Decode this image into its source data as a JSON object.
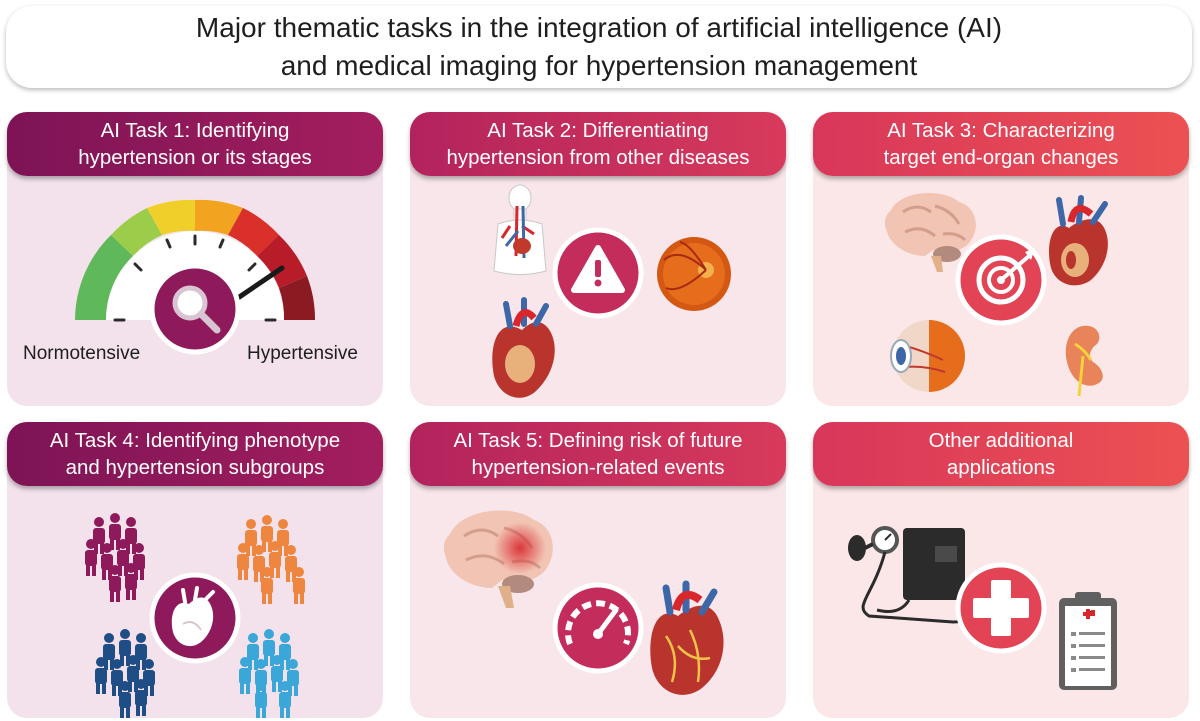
{
  "title": {
    "line1": "Major thematic tasks in the integration of artificial intelligence (AI)",
    "line2": "and medical imaging for hypertension management"
  },
  "panels": [
    {
      "line1": "AI Task 1: Identifying",
      "line2": "hypertension or its stages",
      "labels": {
        "left": "Normotensive",
        "right": "Hypertensive"
      }
    },
    {
      "line1": "AI Task 2: Differentiating",
      "line2": "hypertension from other diseases"
    },
    {
      "line1": "AI Task 3: Characterizing",
      "line2": "target end-organ changes"
    },
    {
      "line1": "AI Task 4: Identifying phenotype",
      "line2": "and hypertension subgroups"
    },
    {
      "line1": "AI Task 5: Defining risk of future",
      "line2": "hypertension-related events"
    },
    {
      "line1": "Other additional",
      "line2": "applications"
    }
  ],
  "colors": {
    "task1": "#8e1a5b",
    "task2": "#c42c5c",
    "task3": "#e24456",
    "gauge": [
      "#5fb85a",
      "#9ccd4a",
      "#f0cf2a",
      "#f2a320",
      "#d9302a",
      "#b71c28",
      "#8c1a22"
    ],
    "groups": [
      "#8e1a5b",
      "#ee8640",
      "#1f4e86",
      "#3aa7d8"
    ]
  },
  "icons": [
    "magnifier-icon",
    "warning-icon",
    "target-icon",
    "heart-icon",
    "speedometer-icon",
    "plus-icon",
    "brain-icon",
    "eye-icon",
    "kidney-icon",
    "retina-icon",
    "vessels-icon",
    "blood-pressure-cuff-icon",
    "clipboard-icon",
    "people-group-icon"
  ]
}
